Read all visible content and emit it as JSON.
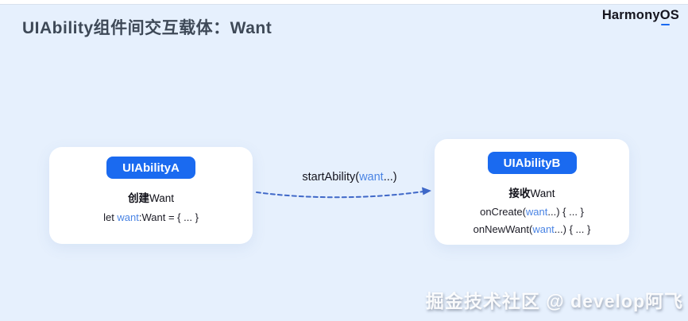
{
  "theme": {
    "bg_color": "#e6f0fd",
    "accent_color": "#1a6af0",
    "keyword_color": "#4a84e4",
    "arrow_color": "#3f68c8",
    "title_color": "#3e4957"
  },
  "header": {
    "title": "UIAbility组件间交互载体：Want",
    "logo": {
      "part1": "Harmony",
      "part2": "O",
      "part3": "S"
    }
  },
  "diagram": {
    "left_card": {
      "button_label": "UIAbilityA",
      "subtitle_zh": "创建",
      "subtitle_en": "Want",
      "code_line": {
        "pre": "let ",
        "keyword": "want",
        "post": ":Want = { ... }"
      }
    },
    "arrow": {
      "label": {
        "pre": "startAbility(",
        "keyword": "want",
        "post": "...)"
      }
    },
    "right_card": {
      "button_label": "UIAbilityB",
      "subtitle_zh": "接收",
      "subtitle_en": "Want",
      "code_lines": [
        {
          "pre": "onCreate(",
          "keyword": "want",
          "post": "...) { ... }"
        },
        {
          "pre": "onNewWant(",
          "keyword": "want",
          "post": "...) { ... }"
        }
      ]
    }
  },
  "watermark": {
    "text": "掘金技术社区 @ develop阿飞"
  }
}
